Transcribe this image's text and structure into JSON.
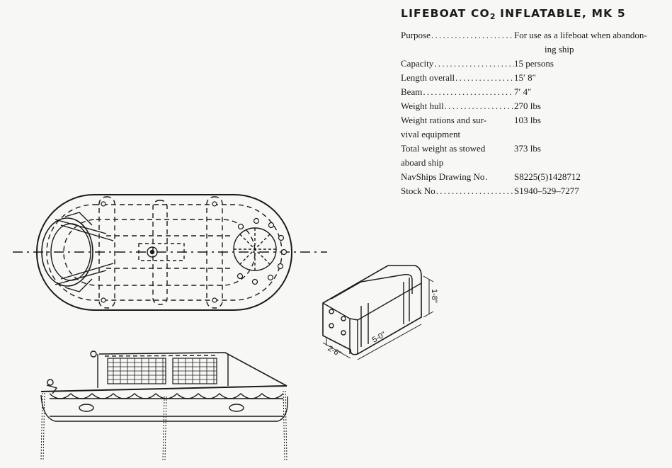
{
  "title": {
    "main": "LIFEBOAT CO",
    "sub": "2",
    "rest": " INFLATABLE, MK 5"
  },
  "specs": [
    {
      "label": "Purpose",
      "value_line1": "For use as a lifeboat when abandon-",
      "value_line2": "ing ship"
    },
    {
      "label": "Capacity",
      "value": "15 persons"
    },
    {
      "label": "Length overall",
      "value": "15′ 8″"
    },
    {
      "label": "Beam",
      "value": "7′ 4″"
    },
    {
      "label": "Weight hull",
      "value": "270 lbs"
    },
    {
      "label_line1": "Weight rations and sur-",
      "label_line2": "vival equipment",
      "value": "103 lbs"
    },
    {
      "label_line1": "Total weight as stowed",
      "label_line2": "aboard ship",
      "value": "373 lbs"
    },
    {
      "label": "NavShips Drawing No",
      "value": "S8225(5)1428712"
    },
    {
      "label": "Stock No",
      "value": "S1940–529–7277"
    }
  ],
  "dimensions": {
    "length": "5-0\"",
    "width": "2-6\"",
    "height": "1-8\""
  },
  "colors": {
    "ink": "#1a1a1a",
    "paper": "#f7f7f5"
  }
}
